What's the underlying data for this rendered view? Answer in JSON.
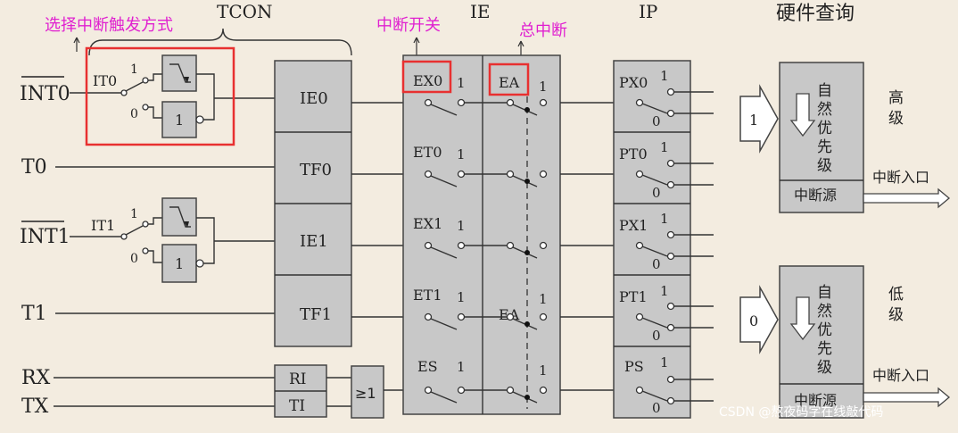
{
  "headers": {
    "tcon": "TCON",
    "ie": "IE",
    "ip": "IP",
    "hw_query": "硬件查询"
  },
  "annotations": {
    "trigger_mode": "选择中断触发方式",
    "int_switch": "中断开关",
    "global_int": "总中断"
  },
  "inputs": {
    "int0": "INT0",
    "t0": "T0",
    "int1": "INT1",
    "t1": "T1",
    "rx": "RX",
    "tx": "TX"
  },
  "tcon_flags": {
    "ie0": "IE0",
    "tf0": "TF0",
    "ie1": "IE1",
    "tf1": "TF1",
    "ri": "RI",
    "ti": "TI",
    "or_gate": "≥1"
  },
  "trigger": {
    "it0": "IT0",
    "it1": "IT1",
    "one": "1",
    "zero": "0",
    "not_gate": "1"
  },
  "ie_bits": {
    "ex0": "EX0",
    "et0": "ET0",
    "ex1": "EX1",
    "et1": "ET1",
    "es": "ES",
    "ea": "EA",
    "one": "1"
  },
  "ip_bits": {
    "px0": "PX0",
    "pt0": "PT0",
    "px1": "PX1",
    "pt1": "PT1",
    "ps": "PS",
    "one": "1",
    "zero": "0"
  },
  "priority": {
    "high": {
      "level_label": "高级",
      "arrow_value": "1",
      "natural": "自然优先级",
      "source": "中断源",
      "entry": "中断入口"
    },
    "low": {
      "level_label": "低级",
      "arrow_value": "0",
      "natural": "自然优先级",
      "source": "中断源",
      "entry": "中断入口"
    }
  },
  "watermark": "CSDN @熬夜码字在线敲代码"
}
